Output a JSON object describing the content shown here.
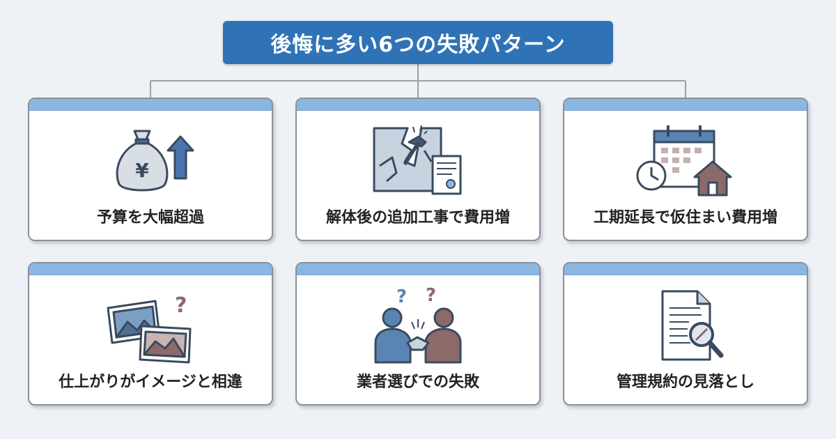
{
  "title": "後悔に多い6つの失敗パターン",
  "cards": [
    {
      "label": "予算を大幅超過",
      "icon": "money-bag-up-arrow-icon"
    },
    {
      "label": "解体後の追加工事で費用増",
      "icon": "broken-wall-hammer-icon"
    },
    {
      "label": "工期延長で仮住まい費用増",
      "icon": "calendar-clock-house-icon"
    },
    {
      "label": "仕上がりがイメージと相違",
      "icon": "pictures-question-icon"
    },
    {
      "label": "業者選びでの失敗",
      "icon": "handshake-question-icon"
    },
    {
      "label": "管理規約の見落とし",
      "icon": "document-magnifier-icon"
    }
  ],
  "icon_texts": {
    "yen": "¥",
    "question": "?"
  },
  "colors": {
    "title_bg": "#2f73b6",
    "card_band": "#8ab6e2",
    "icon_blue": "#5a84b4",
    "icon_brown": "#8c6a6a"
  }
}
